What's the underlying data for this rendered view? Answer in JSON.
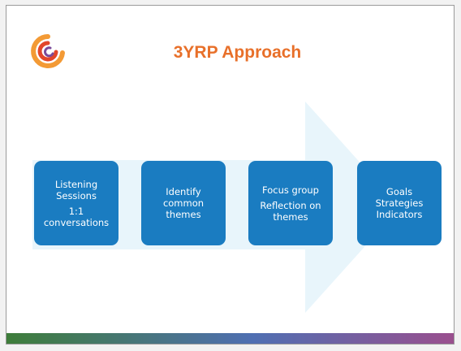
{
  "title": "3YRP Approach",
  "colors": {
    "title": "#e8702a",
    "box": "#1a7cc1",
    "arrow": "#e8f5fb",
    "logo_orange": "#f39a35",
    "logo_red": "#e2462a",
    "logo_purple": "#7a4a9a",
    "bar_start": "#3e7d3a",
    "bar_mid": "#4f6fb2",
    "bar_end": "#9a4f8e"
  },
  "logo_icon": "swirl-logo",
  "steps": [
    {
      "lines": [
        "Listening",
        "Sessions"
      ],
      "lines2": [
        "1:1",
        "conversations"
      ]
    },
    {
      "lines": [
        "Identify",
        "common",
        "themes"
      ],
      "lines2": []
    },
    {
      "lines": [
        "Focus group"
      ],
      "lines2": [
        "Reflection on",
        "themes"
      ]
    },
    {
      "lines": [
        "Goals",
        "Strategies",
        "Indicators"
      ],
      "lines2": []
    }
  ]
}
